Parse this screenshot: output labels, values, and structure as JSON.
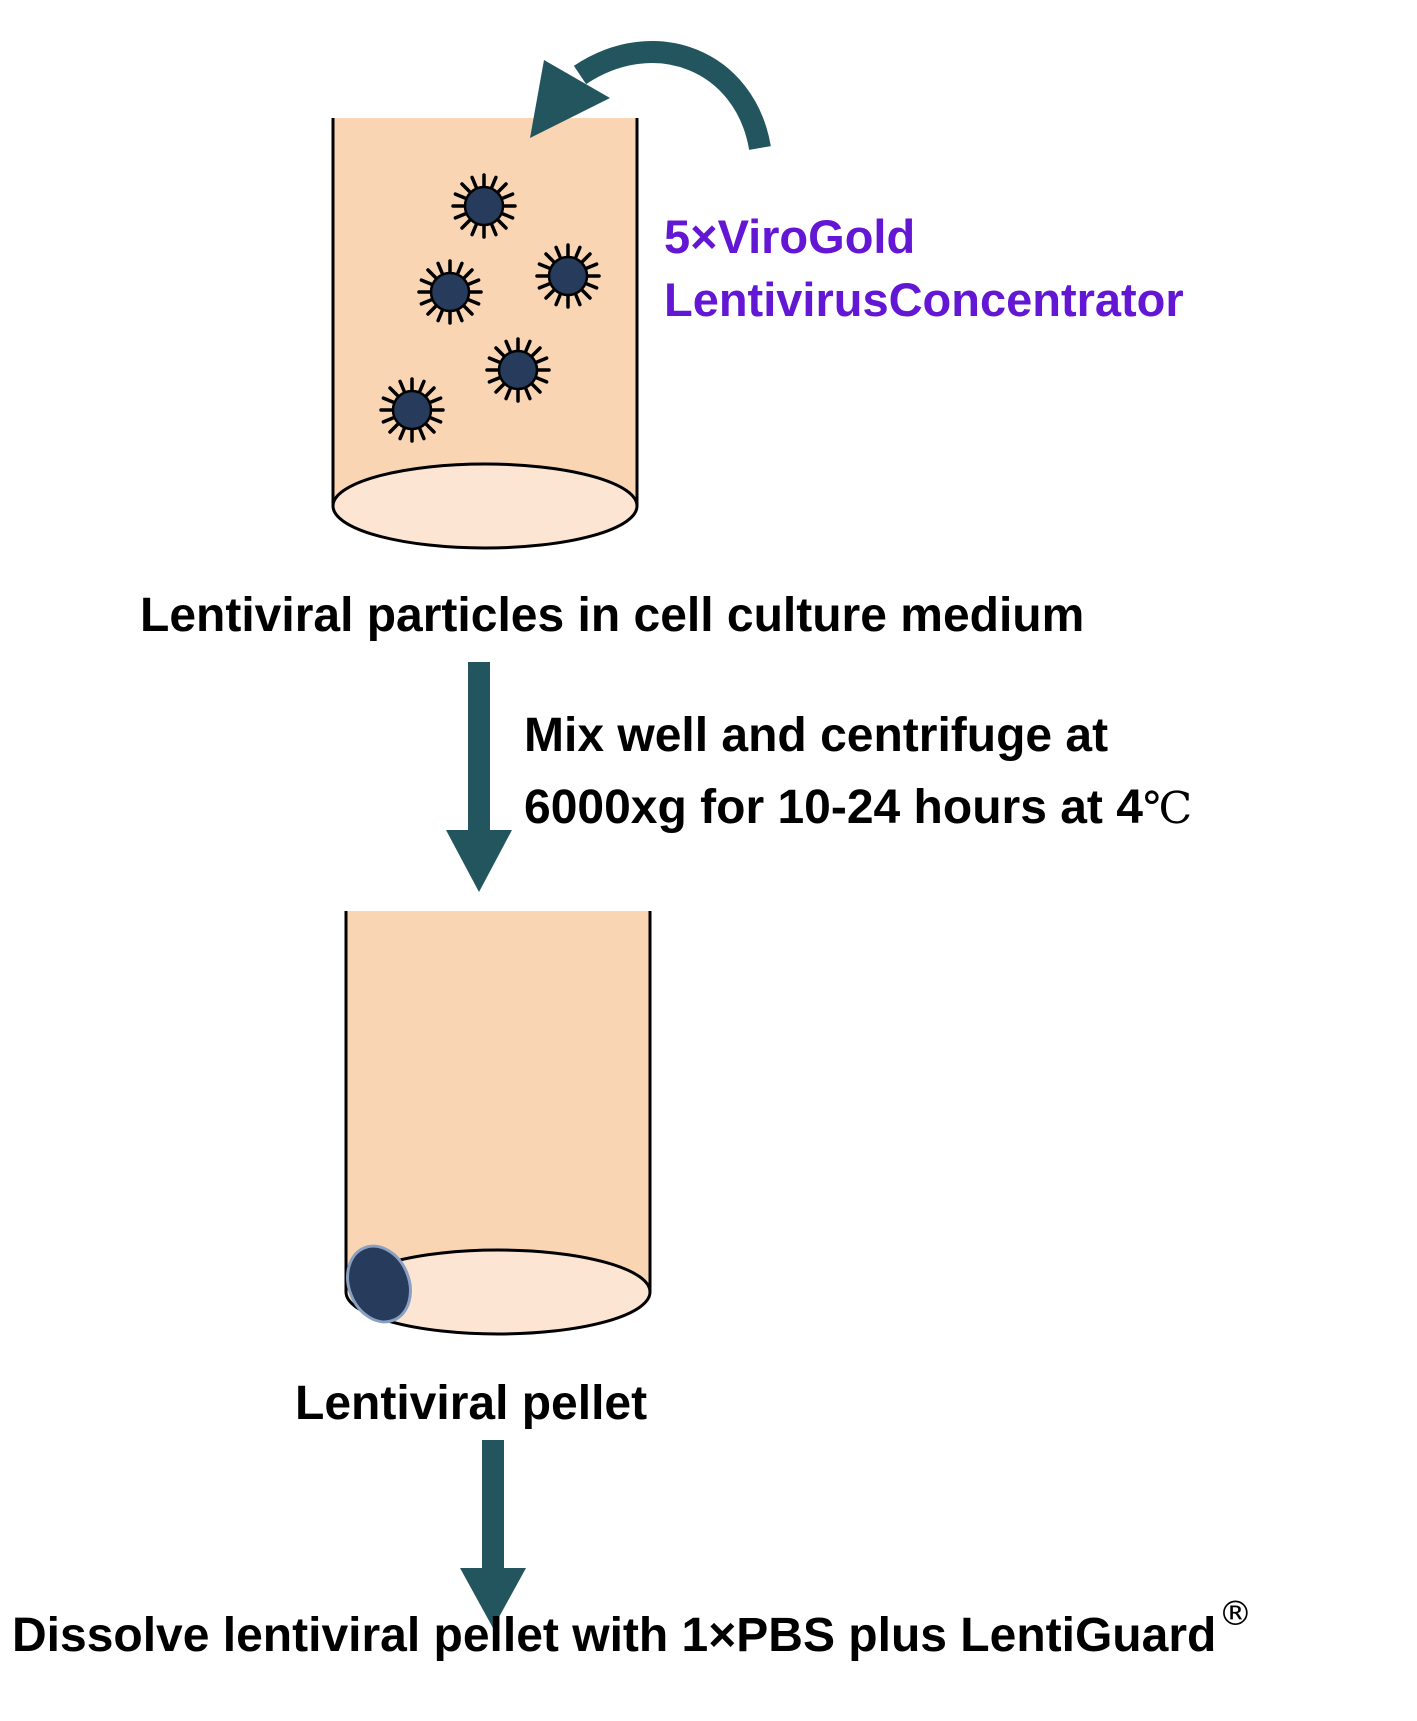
{
  "reagent": {
    "line1": "5×ViroGold",
    "line2": "LentivirusConcentrator"
  },
  "steps": {
    "step1_label": "Lentiviral particles in cell culture medium",
    "centrifuge_line1": "Mix well and centrifuge at",
    "centrifuge_line2_main": "6000xg for 10-24 hours at 4",
    "centrifuge_line2_unit": "℃",
    "step2_label": "Lentiviral pellet",
    "step3_main": "Dissolve lentiviral pellet with 1×PBS plus LentiGuard",
    "step3_mark": "®"
  },
  "colors": {
    "tube_fill": "#fad5b4",
    "tube_bottom": "#fde5d3",
    "particle": "#273c5c",
    "arrow": "#23555f",
    "reagent_text": "#6316d4"
  }
}
